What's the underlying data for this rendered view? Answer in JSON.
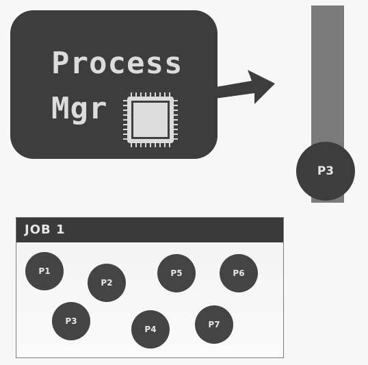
{
  "process_manager": {
    "line1": "Process",
    "line2": "Mgr"
  },
  "queue": {
    "active_process": "P3"
  },
  "job": {
    "title": "JOB 1",
    "processes": [
      "P1",
      "P2",
      "P5",
      "P6",
      "P3",
      "P4",
      "P7"
    ]
  },
  "colors": {
    "dark": "#3d3d3d",
    "track": "#7a7a7a",
    "text_light": "#dcdcdc",
    "background": "#f7f7f7"
  },
  "icons": [
    "cpu-chip-icon",
    "right-arrow-icon"
  ]
}
